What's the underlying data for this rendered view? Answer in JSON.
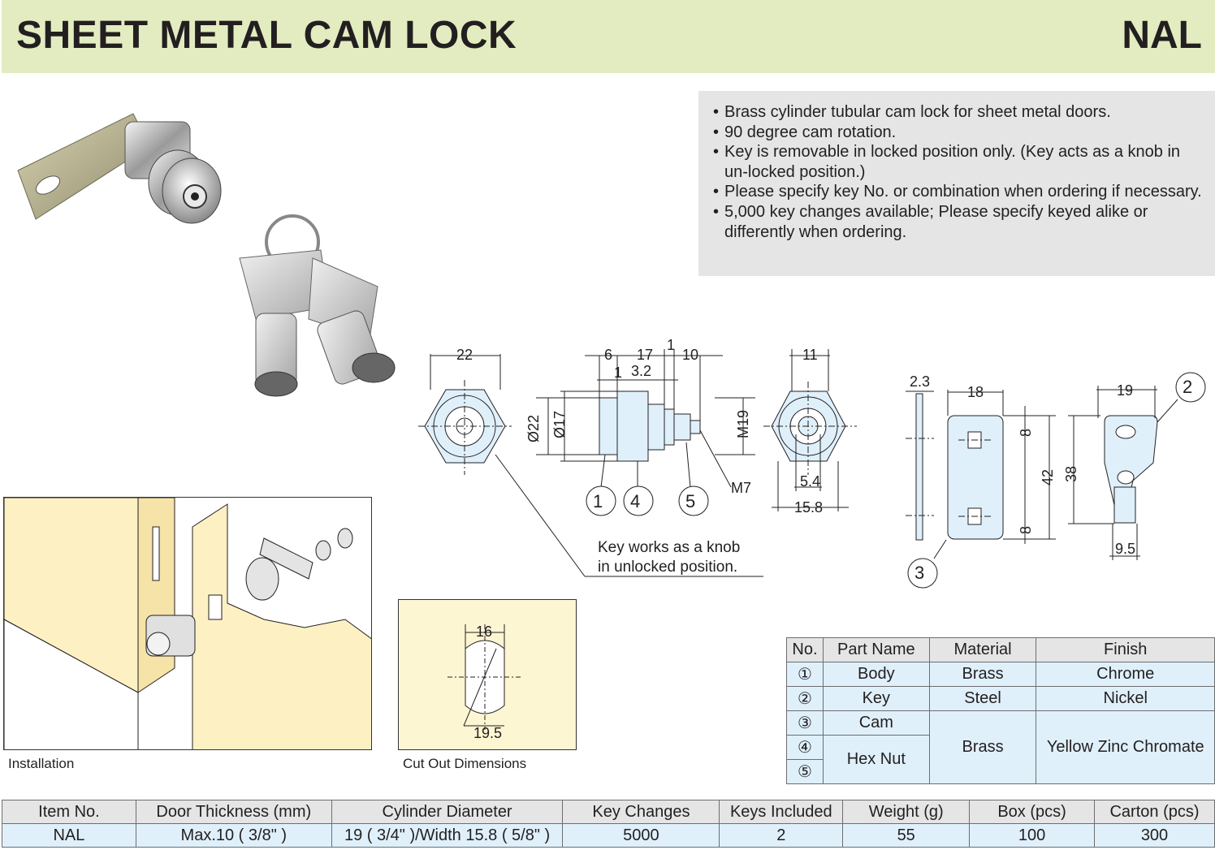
{
  "header": {
    "title": "SHEET METAL CAM LOCK",
    "model": "NAL"
  },
  "features": [
    "Brass cylinder tubular cam lock for sheet metal doors.",
    "90 degree cam rotation.",
    "Key is removable in locked position only. (Key acts as a knob in un-locked position.)",
    "Please specify key No. or combination when ordering if necessary.",
    "5,000 key changes available; Please specify keyed alike or differently when ordering."
  ],
  "drawing": {
    "front_width": "22",
    "side_dims": {
      "d1": "6",
      "d2": "17",
      "d3": "1",
      "d4": "10",
      "d5": "1",
      "d6": "3.2"
    },
    "diameters": {
      "outer": "Ø22",
      "inner": "Ø17"
    },
    "thread": "M19",
    "stud": "M7",
    "rear_dims": {
      "top": "11",
      "a": "5.4",
      "b": "15.8"
    },
    "cam_dims": {
      "thick": "2.3",
      "width": "18",
      "hole": "8",
      "hole2": "8",
      "length": "42"
    },
    "key_dims": {
      "width": "19",
      "length": "38",
      "blade": "9.5"
    },
    "callouts": [
      "1",
      "2",
      "3",
      "4",
      "5"
    ],
    "note": [
      "Key works as a knob",
      "in unlocked position."
    ]
  },
  "installation": {
    "caption": "Installation"
  },
  "cutout": {
    "caption": "Cut Out Dimensions",
    "width": "16",
    "diameter": "19.5"
  },
  "parts_table": {
    "headers": [
      "No.",
      "Part Name",
      "Material",
      "Finish"
    ],
    "rows": [
      {
        "no": "①",
        "name": "Body",
        "material": "Brass",
        "finish": "Chrome"
      },
      {
        "no": "②",
        "name": "Key",
        "material": "Steel",
        "finish": "Nickel"
      },
      {
        "no": "③",
        "name": "Cam"
      },
      {
        "no": "④",
        "name": "Hex Nut",
        "material": "Brass",
        "finish": "Yellow Zinc Chromate"
      },
      {
        "no": "⑤"
      }
    ]
  },
  "spec_table": {
    "headers": [
      "Item No.",
      "Door Thickness (mm)",
      "Cylinder Diameter",
      "Key Changes",
      "Keys Included",
      "Weight (g)",
      "Box (pcs)",
      "Carton (pcs)"
    ],
    "row": [
      "NAL",
      "Max.10 ( 3/8\" )",
      "19 ( 3/4\" )/Width 15.8 ( 5/8\" )",
      "5000",
      "2",
      "55",
      "100",
      "300"
    ]
  }
}
